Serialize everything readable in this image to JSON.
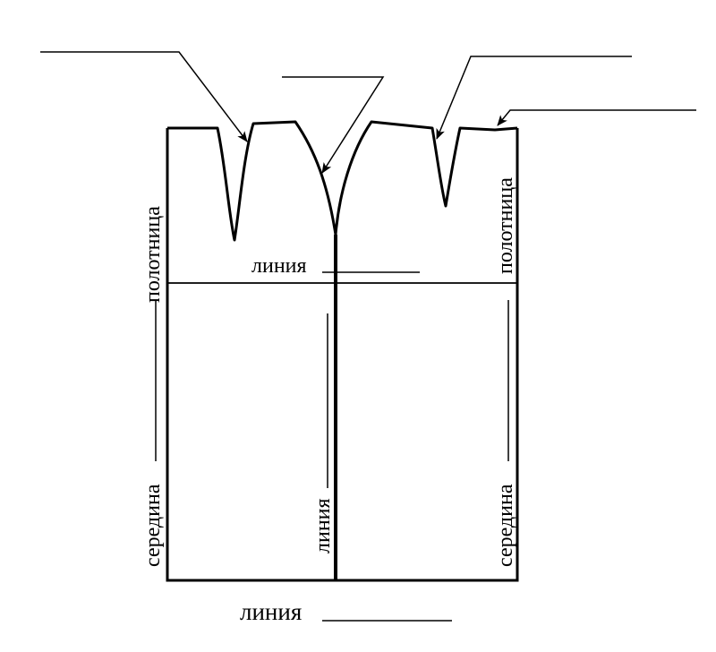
{
  "diagram": {
    "labels": {
      "left_vertical_top": "полотница",
      "left_vertical_bottom": "середина",
      "right_vertical_top": "полотница",
      "right_vertical_bottom": "середина",
      "center_vertical": "линия",
      "hip_line": "линия",
      "bottom": "линия"
    },
    "colors": {
      "line": "#000000",
      "background": "#ffffff"
    }
  }
}
